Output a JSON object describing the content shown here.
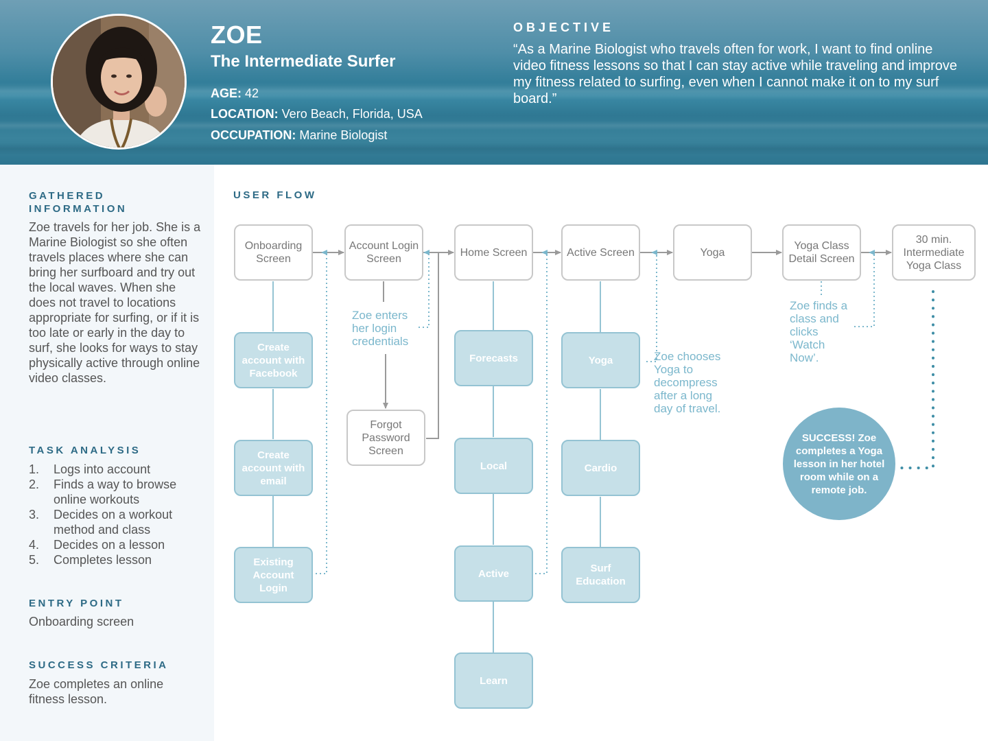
{
  "persona": {
    "name": "ZOE",
    "subtitle": "The Intermediate Surfer",
    "age_label": "AGE:",
    "age": "42",
    "location_label": "LOCATION:",
    "location": "Vero Beach, Florida, USA",
    "occupation_label": "OCCUPATION:",
    "occupation": "Marine Biologist"
  },
  "objective": {
    "title": "OBJECTIVE",
    "text": "“As a Marine Biologist who travels often for work, I want to find online video fitness lessons so that I can stay active while traveling and improve my fitness related to surfing, even when I cannot make it on to my surf board.”"
  },
  "sidebar": {
    "gathered_title": "GATHERED INFORMATION",
    "gathered_text": "Zoe travels for her job. She is a Marine Biologist so she often travels places where she can bring her surfboard and try out the local waves. When she does not travel to locations appropriate for surfing, or if it is too late or early in the day to surf, she looks for ways to stay physically active through online video classes.",
    "task_title": "TASK ANALYSIS",
    "tasks": [
      {
        "num": "1.",
        "text": "Logs into account"
      },
      {
        "num": "2.",
        "text": "Finds a way to browse online workouts"
      },
      {
        "num": "3.",
        "text": "Decides on a workout method and class"
      },
      {
        "num": "4.",
        "text": "Decides on a lesson"
      },
      {
        "num": "5.",
        "text": "Completes lesson"
      }
    ],
    "entry_title": "ENTRY POINT",
    "entry_text": "Onboarding screen",
    "success_title": "SUCCESS CRITERIA",
    "success_text": "Zoe completes an online fitness lesson."
  },
  "flow": {
    "title": "USER FLOW",
    "screens": {
      "onboarding": "Onboarding Screen",
      "login": "Account Login Screen",
      "home": "Home Screen",
      "active": "Active Screen",
      "yoga": "Yoga",
      "yoga_detail": "Yoga Class Detail Screen",
      "yoga_class": "30 min. Intermediate Yoga Class",
      "forgot": "Forgot Password Screen"
    },
    "onboarding_options": [
      "Create account with Facebook",
      "Create account with email",
      "Existing Account Login"
    ],
    "home_options": [
      "Forecasts",
      "Local",
      "Active",
      "Learn"
    ],
    "active_options": [
      "Yoga",
      "Cardio",
      "Surf Education"
    ],
    "notes": {
      "login": "Zoe enters her login credentials",
      "yoga": "Zoe chooses Yoga to decompress after a long day of travel.",
      "detail": "Zoe finds a class and clicks ‘Watch Now’."
    },
    "success": "SUCCESS! Zoe completes a Yoga lesson in her hotel room while on a remote job.",
    "colors": {
      "accent": "#2d6a85",
      "note": "#7bb7cc",
      "sub_node": "#c6e0e8",
      "success": "#7eb4c9"
    }
  }
}
